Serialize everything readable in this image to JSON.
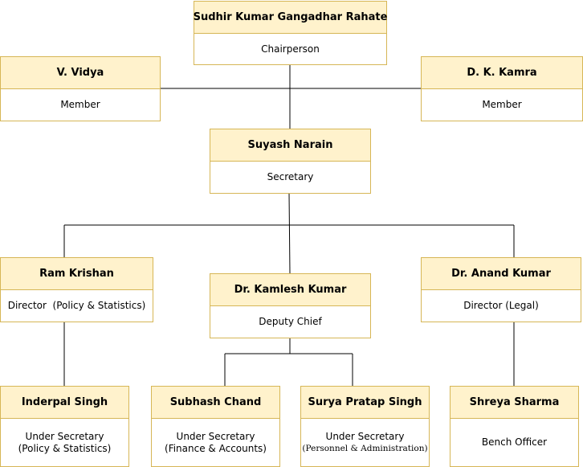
{
  "chart": {
    "nodes": {
      "chairperson": {
        "name": "Sudhir Kumar Gangadhar Rahate",
        "role": "Chairperson"
      },
      "member_left": {
        "name": "V. Vidya",
        "role": "Member"
      },
      "member_right": {
        "name": "D. K. Kamra",
        "role": "Member"
      },
      "secretary": {
        "name": "Suyash Narain",
        "role": "Secretary"
      },
      "director_policy": {
        "name": "Ram Krishan",
        "role": "Director  (Policy & Statistics)"
      },
      "deputy_chief": {
        "name": "Dr. Kamlesh Kumar",
        "role": "Deputy Chief"
      },
      "director_legal": {
        "name": "Dr. Anand Kumar",
        "role": "Director (Legal)"
      },
      "us_policy": {
        "name": "Inderpal Singh",
        "role_line1": "Under Secretary",
        "role_line2": "(Policy & Statistics)"
      },
      "us_finance": {
        "name": "Subhash Chand",
        "role_line1": "Under Secretary",
        "role_line2": "(Finance & Accounts)"
      },
      "us_personnel": {
        "name": "Surya Pratap Singh",
        "role_line1": "Under Secretary",
        "role_line2": "(Personnel & Administration)"
      },
      "bench_officer": {
        "name": "Shreya Sharma",
        "role": "Bench Officer"
      }
    },
    "colors": {
      "header_fill": "#fff2cc",
      "border": "#d6b656",
      "connector": "#000000"
    }
  }
}
